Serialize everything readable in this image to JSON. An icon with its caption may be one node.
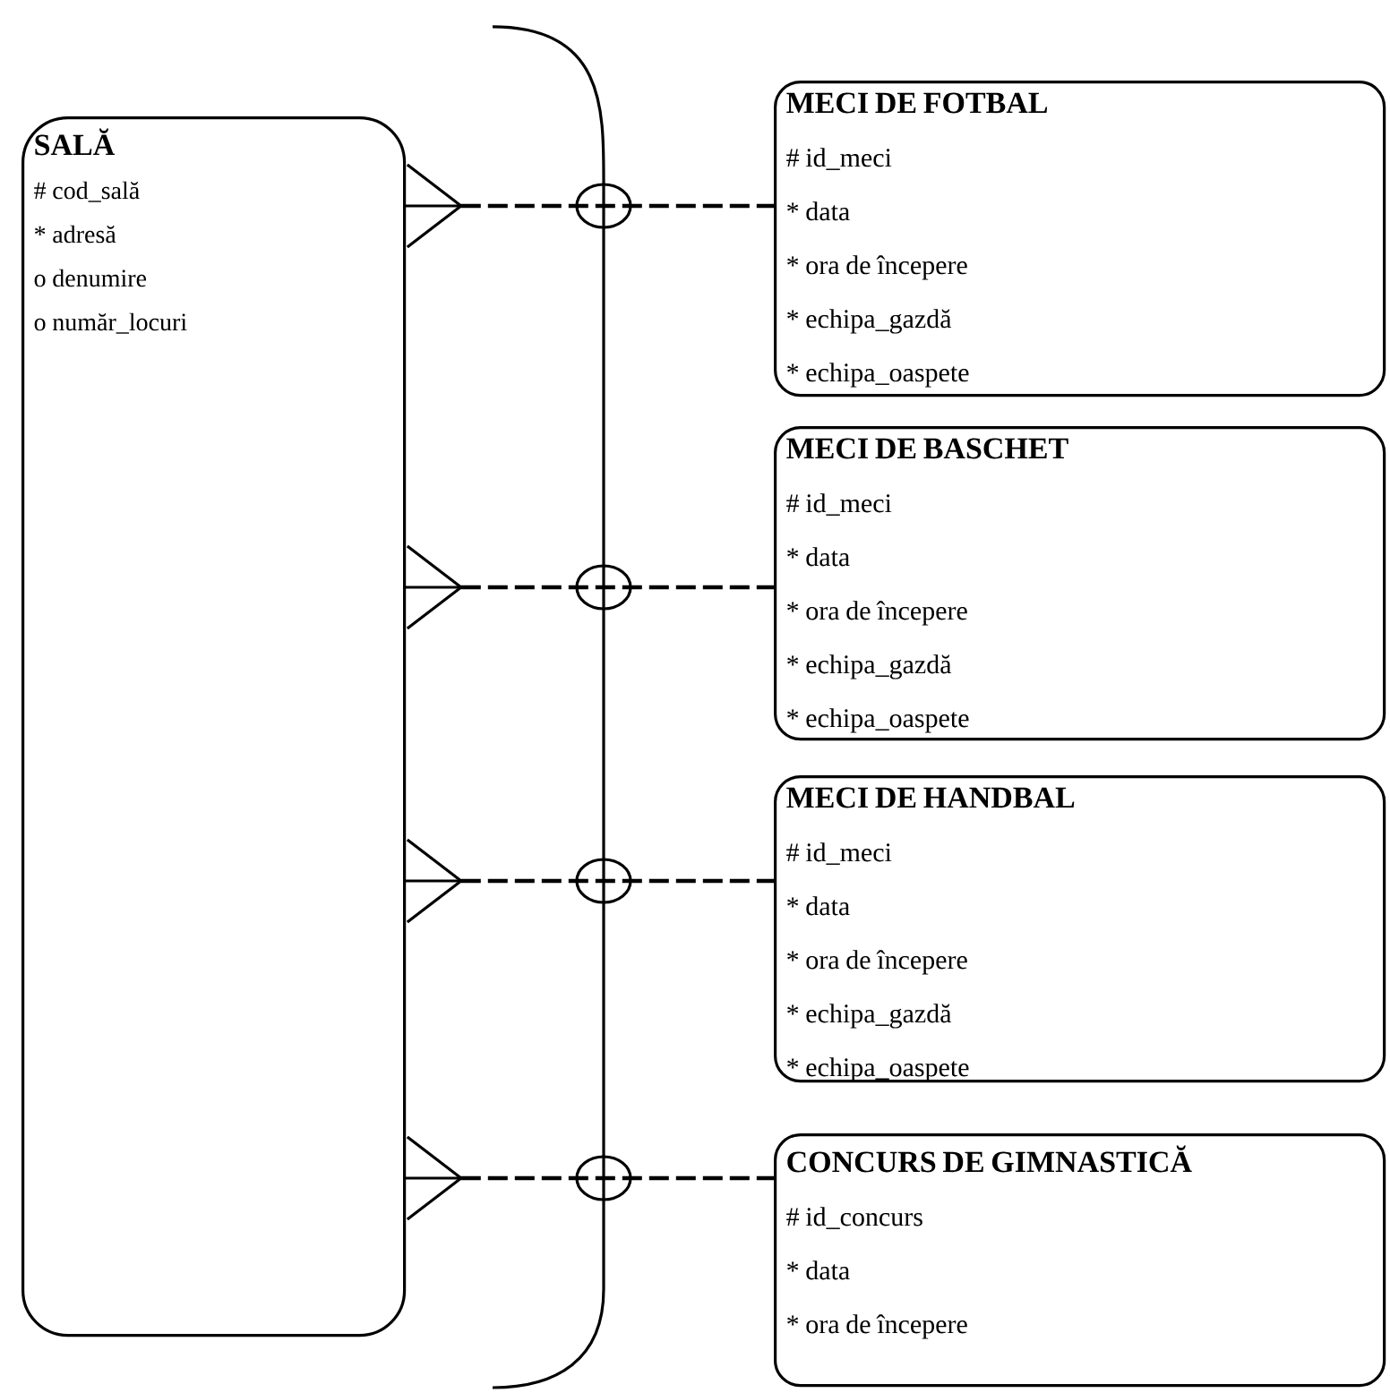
{
  "diagram": {
    "nodes": [
      {
        "text": [
          "SALĂ",
          "# cod_sală",
          "* adresă",
          "o denumire",
          "o număr_locuri"
        ]
      },
      {
        "text": [
          "MECI DE FOTBAL",
          "# id_meci",
          "* data",
          "* ora de începere",
          "* echipa_gazdă",
          "* echipa_oaspete"
        ]
      },
      {
        "text": [
          "MECI DE BASCHET",
          "# id_meci",
          "* data",
          "* ora de începere",
          "* echipa_gazdă",
          "* echipa_oaspete"
        ]
      },
      {
        "text": [
          "MECI DE HANDBAL",
          "# id_meci",
          "* data",
          "* ora de începere",
          "* echipa_gazdă",
          "* echipa_oaspete"
        ]
      },
      {
        "text": [
          "CONCURS DE GIMNASTICĂ",
          "# id_concurs",
          "* data",
          "* ora de începere"
        ]
      }
    ],
    "edges": [
      {
        "from": 0,
        "to": 1,
        "arrow": "other",
        "style": "dashed"
      },
      {
        "from": 0,
        "to": 2,
        "arrow": "other",
        "style": "dashed"
      },
      {
        "from": 0,
        "to": 3,
        "arrow": "other",
        "style": "dashed"
      },
      {
        "from": 0,
        "to": 4,
        "arrow": "other",
        "style": "dashed"
      }
    ]
  }
}
